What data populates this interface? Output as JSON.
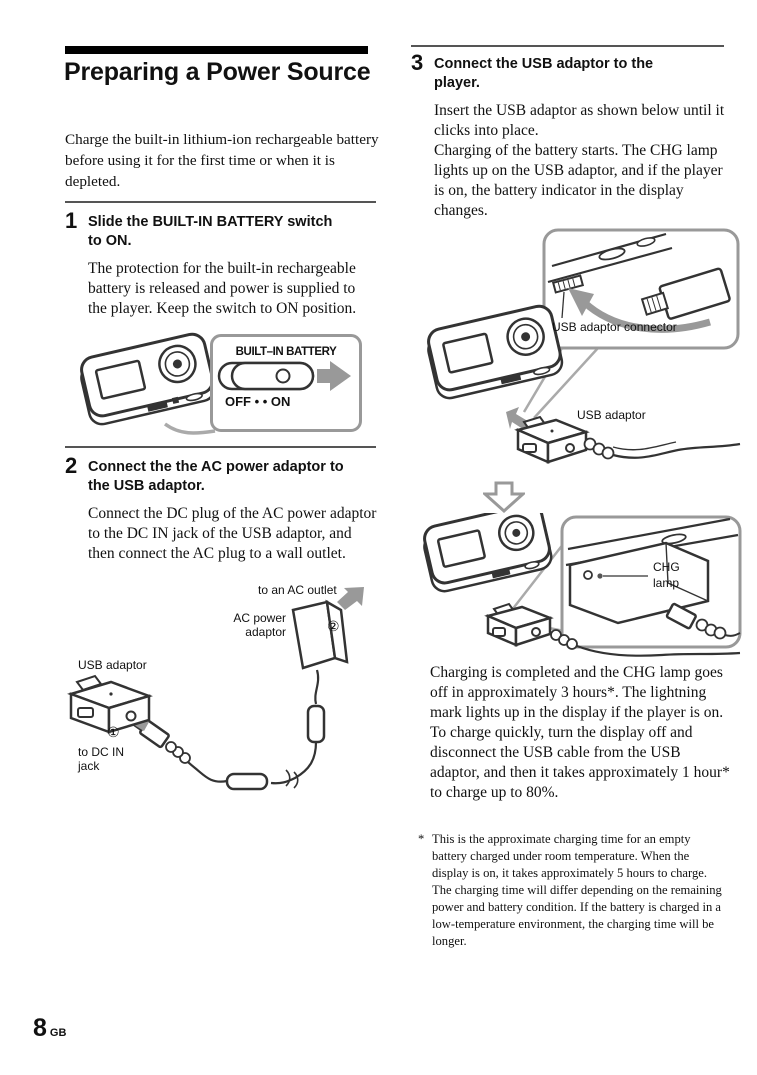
{
  "page": {
    "number": "8",
    "region": "GB"
  },
  "left": {
    "title": "Preparing a Power Source",
    "intro": "Charge the built-in lithium-ion rechargeable battery before using it for the first time or when it is depleted.",
    "step1": {
      "number": "1",
      "heading": "Slide the BUILT-IN BATTERY switch to ON.",
      "body": "The protection for the built-in rechargeable battery is released and power is supplied to the player. Keep the switch to ON position."
    },
    "fig1": {
      "switch_label": "BUILT–IN BATTERY",
      "off_on": "OFF • • ON"
    },
    "step2": {
      "number": "2",
      "heading": "Connect the the AC power adaptor to the USB adaptor.",
      "body": "Connect the DC plug of the AC power adaptor to the DC IN jack of the USB adaptor, and then connect the AC plug to a wall outlet."
    },
    "fig2": {
      "to_ac_outlet": "to an AC outlet",
      "ac_power_adaptor": "AC power adaptor",
      "usb_adaptor": "USB adaptor",
      "to_dc_in_jack": "to DC IN jack",
      "marker1": "①",
      "marker2": "②"
    }
  },
  "right": {
    "step3": {
      "number": "3",
      "heading": "Connect the USB adaptor to the player.",
      "body1": "Insert the USB adaptor as shown below until it clicks into place.",
      "body2": "Charging of the battery starts. The CHG lamp lights up on the USB adaptor, and if the player is on, the battery indicator in the display changes."
    },
    "fig3": {
      "usb_adaptor_connector": "USB adaptor connector",
      "usb_adaptor": "USB adaptor"
    },
    "fig4": {
      "chg_lamp": "CHG\nlamp"
    },
    "para1": "Charging is completed and the CHG lamp goes off in approximately 3 hours*. The lightning mark lights up in the display if the player is on.",
    "para2": "To charge quickly, turn the display off and disconnect the USB cable from the USB adaptor, and then it takes approximately 1 hour* to charge up to 80%.",
    "footnote_marker": "*",
    "footnote": "This is the approximate charging time for an empty battery charged under room temperature. When the display is on, it takes approximately 5 hours to charge. The charging time will differ depending on the remaining power and battery condition. If the battery is charged in a low-temperature environment, the charging time will be longer."
  }
}
